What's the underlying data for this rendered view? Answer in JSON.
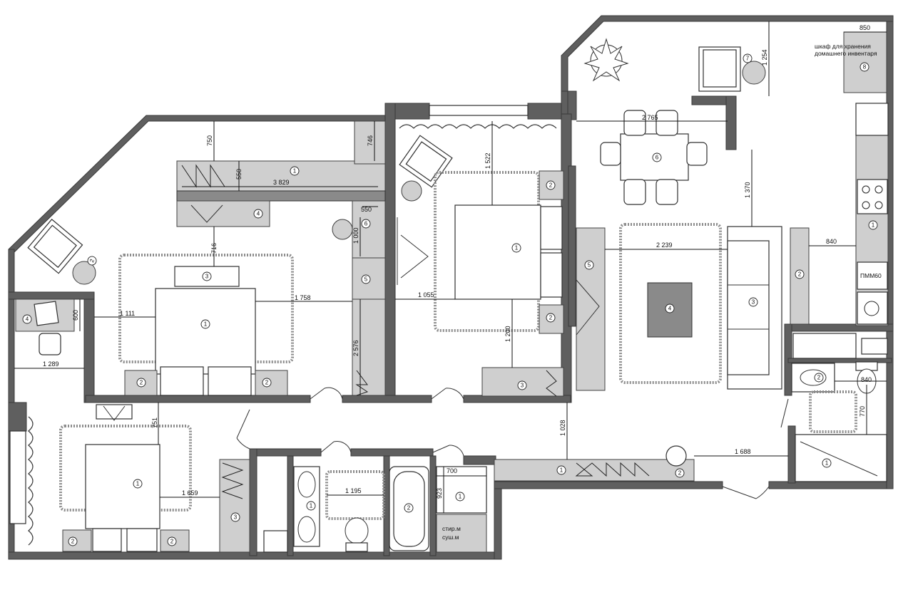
{
  "dimensions": {
    "d750": "750",
    "d746": "746",
    "d550a": "550",
    "d3829": "3 829",
    "d550b": "550",
    "d1000": "1 000",
    "d716": "716",
    "d1758": "1 758",
    "d1111": "1 111",
    "d600": "600",
    "d2576": "2 576",
    "d1289": "1 289",
    "d751": "751",
    "d1659": "1 659",
    "d1522": "1 522",
    "d1055": "1 055",
    "d1200": "1 200",
    "d1028": "1 028",
    "d2765": "2 765",
    "d1370": "1 370",
    "d2239": "2 239",
    "d840a": "840",
    "d840b": "840",
    "d1254": "1 254",
    "d850": "850",
    "d770": "770",
    "d1688": "1 688",
    "d1195": "1 195",
    "d700": "700",
    "d923": "923"
  },
  "labels": {
    "storage_line1": "шкаф для хранения",
    "storage_line2": "домашнего инвентаря",
    "pmm": "ПММ60",
    "washer_line1": "стир.м",
    "washer_line2": "суш.м"
  },
  "badges": {
    "one": "1",
    "two": "2",
    "three": "3",
    "four": "4",
    "five": "5",
    "six": "6",
    "seven": "7",
    "eight": "8"
  }
}
